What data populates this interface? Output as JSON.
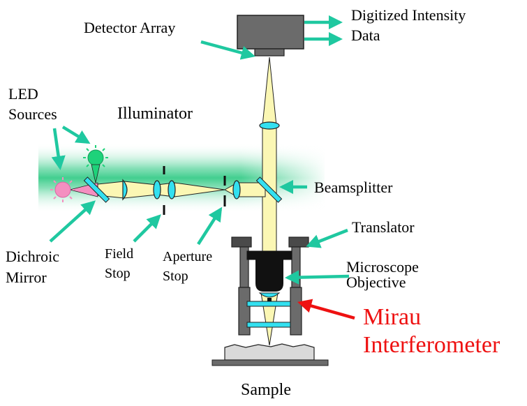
{
  "labels": {
    "digitized_line1": "Digitized Intensity",
    "digitized_line2": "Data",
    "detector_array": "Detector Array",
    "led_line1": "LED",
    "led_line2": "Sources",
    "illuminator": "Illuminator",
    "beamsplitter": "Beamsplitter",
    "translator": "Translator",
    "microscope_line1": "Microscope",
    "microscope_line2": "Objective",
    "mirau_line1": "Mirau",
    "mirau_line2": "Interferometer",
    "dichroic_line1": "Dichroic",
    "dichroic_line2": "Mirror",
    "field_line1": "Field",
    "field_line2": "Stop",
    "aperture_line1": "Aperture",
    "aperture_line2": "Stop",
    "sample": "Sample"
  },
  "colors": {
    "arrow_teal": "#1fc8a0",
    "beam_yellow": "#fbf7b4",
    "lens_cyan": "#33e0f0",
    "glow_green": "#2ec983",
    "led_pink": "#f48fc0",
    "led_green": "#1ed27a",
    "detector_gray": "#6b6b6b",
    "frame_gray": "#5a5a5a",
    "mirau_red": "#ee1111"
  }
}
